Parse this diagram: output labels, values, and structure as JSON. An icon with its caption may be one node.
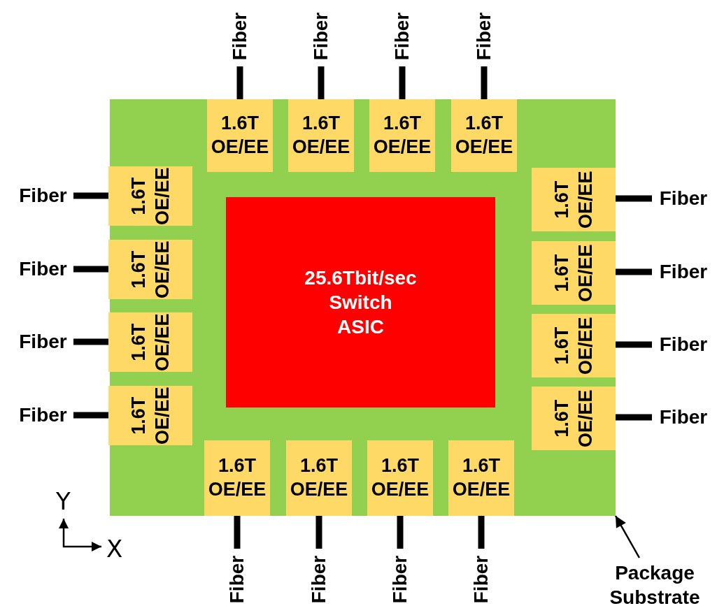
{
  "diagram": {
    "nodes": [
      {
        "text": [],
        "shape": "box"
      },
      {
        "text": [
          "25.6Tbit/sec Switch ASIC"
        ],
        "in": 0
      },
      {
        "text": [
          "1.6T OE/EE"
        ],
        "in": 0
      },
      {
        "text": [
          "1.6T OE/EE"
        ],
        "in": 0
      },
      {
        "text": [
          "1.6T OE/EE"
        ],
        "in": 0
      },
      {
        "text": [
          "1.6T OE/EE"
        ],
        "in": 0
      },
      {
        "text": [
          "1.6T OE/EE"
        ],
        "in": 0
      },
      {
        "text": [
          "1.6T OE/EE"
        ],
        "in": 0
      },
      {
        "text": [
          "1.6T OE/EE"
        ],
        "in": 0
      },
      {
        "text": [
          "1.6T OE/EE"
        ],
        "in": 0
      },
      {
        "text": [
          "1.6T OE/EE"
        ],
        "in": 0
      },
      {
        "text": [
          "1.6T OE/EE"
        ],
        "in": 0
      },
      {
        "text": [
          "1.6T OE/EE"
        ],
        "in": 0
      },
      {
        "text": [
          "1.6T OE/EE"
        ],
        "in": 0
      },
      {
        "text": [
          "1.6T OE/EE"
        ],
        "in": 0
      },
      {
        "text": [
          "1.6T OE/EE"
        ],
        "in": 0
      },
      {
        "text": [
          "1.6T OE/EE"
        ],
        "in": 0
      },
      {
        "text": [
          "1.6T OE/EE"
        ],
        "in": 0
      },
      {
        "text": [
          "Fiber"
        ]
      },
      {
        "text": [
          "Fiber"
        ]
      },
      {
        "text": [
          "Fiber"
        ]
      },
      {
        "text": [
          "Fiber"
        ]
      },
      {
        "text": [
          "Fiber"
        ]
      },
      {
        "text": [
          "Fiber"
        ]
      },
      {
        "text": [
          "Fiber"
        ]
      },
      {
        "text": [
          "Fiber"
        ]
      },
      {
        "text": [
          "Fiber"
        ]
      },
      {
        "text": [
          "Fiber"
        ]
      },
      {
        "text": [
          "Fiber"
        ]
      },
      {
        "text": [
          "Fiber"
        ]
      },
      {
        "text": [
          "Fiber"
        ]
      },
      {
        "text": [
          "Fiber"
        ]
      },
      {
        "text": [
          "Fiber"
        ]
      },
      {
        "text": [
          "Fiber"
        ]
      },
      {
        "text": [
          "Package Substrate"
        ]
      }
    ],
    "edges": [
      {
        "from": 18,
        "to": 2,
        "arrow": "none"
      },
      {
        "from": 19,
        "to": 3,
        "arrow": "none"
      },
      {
        "from": 20,
        "to": 4,
        "arrow": "none"
      },
      {
        "from": 21,
        "to": 5,
        "arrow": "none"
      },
      {
        "from": 22,
        "to": 6,
        "arrow": "none"
      },
      {
        "from": 23,
        "to": 7,
        "arrow": "none"
      },
      {
        "from": 24,
        "to": 8,
        "arrow": "none"
      },
      {
        "from": 25,
        "to": 9,
        "arrow": "none"
      },
      {
        "from": 26,
        "to": 10,
        "arrow": "none"
      },
      {
        "from": 27,
        "to": 11,
        "arrow": "none"
      },
      {
        "from": 28,
        "to": 12,
        "arrow": "none"
      },
      {
        "from": 29,
        "to": 13,
        "arrow": "none"
      },
      {
        "from": 30,
        "to": 14,
        "arrow": "none"
      },
      {
        "from": 31,
        "to": 15,
        "arrow": "none"
      },
      {
        "from": 32,
        "to": 16,
        "arrow": "none"
      },
      {
        "from": 33,
        "to": 17,
        "arrow": "none"
      },
      {
        "from": 34,
        "to": 0,
        "arrow": "to"
      }
    ],
    "labels": [
      "Y",
      "X"
    ]
  }
}
